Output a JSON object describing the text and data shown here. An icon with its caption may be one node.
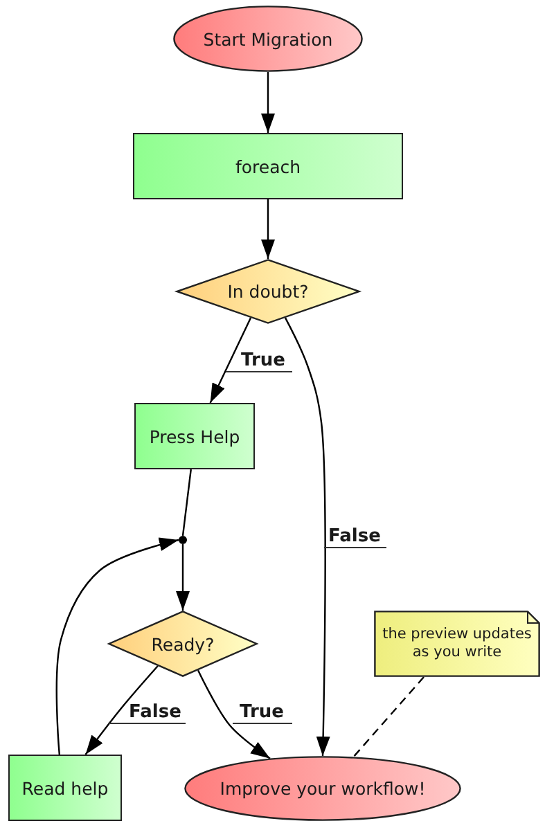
{
  "diagram": {
    "nodes": [
      {
        "text": [
          "Start Migration"
        ]
      },
      {
        "text": [
          "foreach"
        ]
      },
      {
        "text": [
          "In doubt?"
        ]
      },
      {
        "text": [
          "Press Help"
        ]
      },
      {
        "text": [],
        "shape": "circle"
      },
      {
        "text": [
          "Ready?"
        ]
      },
      {
        "text": [
          "Read help"
        ]
      },
      {
        "text": [
          "Improve your workflow!"
        ]
      },
      {
        "text": [
          "the preview updates as you write"
        ]
      }
    ],
    "edges": [
      {
        "from": 0,
        "to": 1,
        "arrow": "to"
      },
      {
        "from": 1,
        "to": 2,
        "arrow": "to"
      },
      {
        "from": 2,
        "to": 3,
        "arrow": "to",
        "label": "True"
      },
      {
        "from": 2,
        "to": 7,
        "arrow": "to",
        "label": "False"
      },
      {
        "from": 3,
        "to": 4,
        "arrow": "none"
      },
      {
        "from": 4,
        "to": 5,
        "arrow": "to"
      },
      {
        "from": 5,
        "to": 6,
        "arrow": "to",
        "label": "False"
      },
      {
        "from": 5,
        "to": 7,
        "arrow": "to",
        "label": "True"
      },
      {
        "from": 6,
        "to": 4,
        "arrow": "to"
      },
      {
        "from": 8,
        "to": 7,
        "arrow": "none",
        "style": "dashed"
      }
    ]
  }
}
